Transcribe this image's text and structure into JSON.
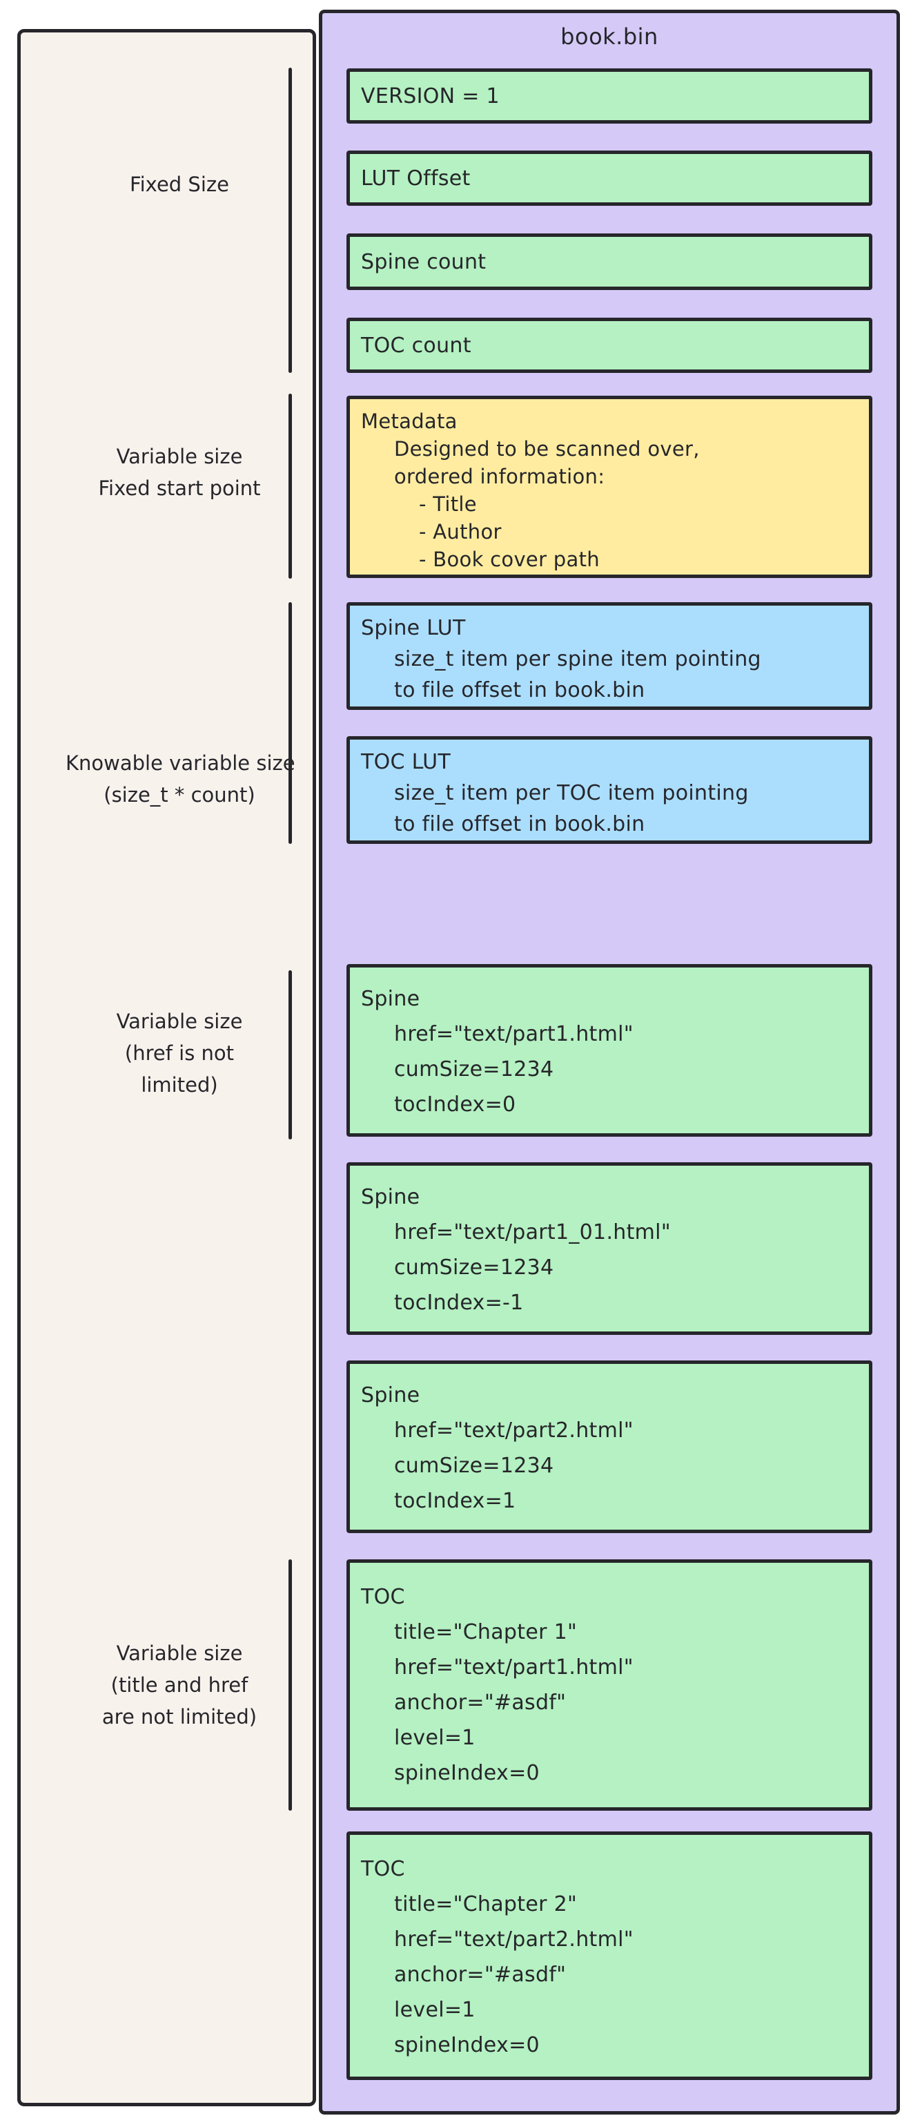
{
  "diagram": {
    "title": "book.bin",
    "left_labels": [
      {
        "id": "fixed-size",
        "lines": [
          "Fixed Size"
        ]
      },
      {
        "id": "variable-fixed-start",
        "lines": [
          "Variable size",
          "Fixed start point"
        ]
      },
      {
        "id": "knowable-variable-size",
        "lines": [
          "Knowable variable size",
          "(size_t * count)"
        ]
      },
      {
        "id": "variable-size-href",
        "lines": [
          "Variable size",
          "(href is not",
          "limited)"
        ]
      },
      {
        "id": "variable-size-title-href",
        "lines": [
          "Variable size",
          "(title and href",
          "are not limited)"
        ]
      }
    ],
    "blocks": [
      {
        "id": "version",
        "color": "green",
        "lines": [
          {
            "text": "VERSION = 1",
            "indent": 0
          }
        ]
      },
      {
        "id": "lut-offset",
        "color": "green",
        "lines": [
          {
            "text": "LUT Offset",
            "indent": 0
          }
        ]
      },
      {
        "id": "spine-count",
        "color": "green",
        "lines": [
          {
            "text": "Spine count",
            "indent": 0
          }
        ]
      },
      {
        "id": "toc-count",
        "color": "green",
        "lines": [
          {
            "text": "TOC count",
            "indent": 0
          }
        ]
      },
      {
        "id": "metadata",
        "color": "yellow",
        "lines": [
          {
            "text": "Metadata",
            "indent": 0
          },
          {
            "text": "Designed to be scanned over,",
            "indent": 1
          },
          {
            "text": "ordered information:",
            "indent": 1
          },
          {
            "text": "- Title",
            "indent": 2
          },
          {
            "text": "- Author",
            "indent": 2
          },
          {
            "text": "- Book cover path",
            "indent": 2
          }
        ]
      },
      {
        "id": "spine-lut",
        "color": "blue",
        "lines": [
          {
            "text": "Spine LUT",
            "indent": 0
          },
          {
            "text": "size_t item per spine item pointing",
            "indent": 1
          },
          {
            "text": "to file offset in book.bin",
            "indent": 1
          }
        ]
      },
      {
        "id": "toc-lut",
        "color": "blue",
        "lines": [
          {
            "text": "TOC LUT",
            "indent": 0
          },
          {
            "text": "size_t item per TOC item pointing",
            "indent": 1
          },
          {
            "text": "to file offset in book.bin",
            "indent": 1
          }
        ]
      },
      {
        "id": "spine-1",
        "color": "green",
        "lines": [
          {
            "text": "Spine",
            "indent": 0
          },
          {
            "text": "href=\"text/part1.html\"",
            "indent": 1
          },
          {
            "text": "cumSize=1234",
            "indent": 1
          },
          {
            "text": "tocIndex=0",
            "indent": 1
          }
        ]
      },
      {
        "id": "spine-2",
        "color": "green",
        "lines": [
          {
            "text": "Spine",
            "indent": 0
          },
          {
            "text": "href=\"text/part1_01.html\"",
            "indent": 1
          },
          {
            "text": "cumSize=1234",
            "indent": 1
          },
          {
            "text": "tocIndex=-1",
            "indent": 1
          }
        ]
      },
      {
        "id": "spine-3",
        "color": "green",
        "lines": [
          {
            "text": "Spine",
            "indent": 0
          },
          {
            "text": "href=\"text/part2.html\"",
            "indent": 1
          },
          {
            "text": "cumSize=1234",
            "indent": 1
          },
          {
            "text": "tocIndex=1",
            "indent": 1
          }
        ]
      },
      {
        "id": "toc-1",
        "color": "green",
        "lines": [
          {
            "text": "TOC",
            "indent": 0
          },
          {
            "text": "title=\"Chapter 1\"",
            "indent": 1
          },
          {
            "text": "href=\"text/part1.html\"",
            "indent": 1
          },
          {
            "text": "anchor=\"#asdf\"",
            "indent": 1
          },
          {
            "text": "level=1",
            "indent": 1
          },
          {
            "text": "spineIndex=0",
            "indent": 1
          }
        ]
      },
      {
        "id": "toc-2",
        "color": "green",
        "lines": [
          {
            "text": "TOC",
            "indent": 0
          },
          {
            "text": "title=\"Chapter 2\"",
            "indent": 1
          },
          {
            "text": "href=\"text/part2.html\"",
            "indent": 1
          },
          {
            "text": "anchor=\"#asdf\"",
            "indent": 1
          },
          {
            "text": "level=1",
            "indent": 1
          },
          {
            "text": "spineIndex=0",
            "indent": 1
          }
        ]
      }
    ]
  },
  "colors": {
    "canvas": "#ffffff",
    "paper": "#f8f2ed",
    "violet": "#d5c9f7",
    "green": "#b5f1c2",
    "blue": "#abdefd",
    "yellow": "#ffeca0",
    "ink": "#26262b"
  }
}
